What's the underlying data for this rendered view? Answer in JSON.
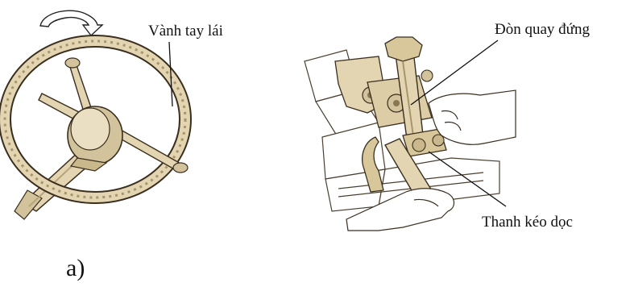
{
  "labels": {
    "steering_wheel": "Vành tay lái",
    "vertical_arm": "Đòn quay đứng",
    "tie_rod": "Thanh kéo dọc",
    "part_marker": "a)"
  },
  "colors": {
    "metal_fill": "#e3d5b2",
    "metal_dark": "#b8a47a",
    "outline": "#3a2e1e",
    "text": "#111111",
    "hand_fill": "#ffffff"
  },
  "icons": {
    "rotation": "curved-arrow-clockwise"
  }
}
